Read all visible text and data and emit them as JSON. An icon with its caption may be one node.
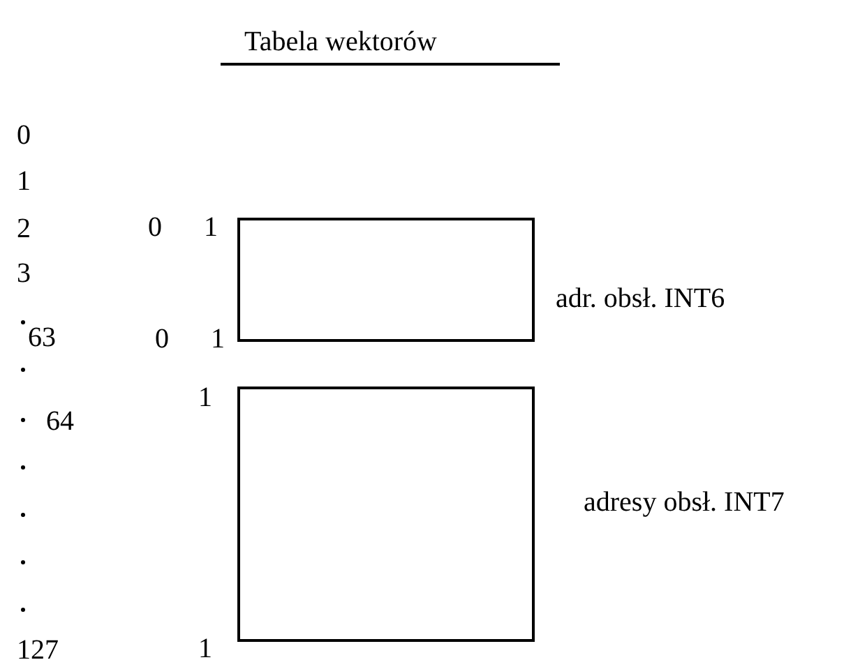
{
  "diagram": {
    "title": "Tabela wektorów",
    "nodes": [
      {
        "text": [],
        "shape": "box",
        "beside": [
          "adr. obsł. INT6"
        ]
      },
      {
        "text": [],
        "shape": "box",
        "beside": [
          "adresy obsł. INT7"
        ]
      }
    ],
    "edges": [],
    "labels": [
      "0",
      "1",
      "2",
      "3",
      "63",
      "64",
      "127",
      "0",
      "1",
      "0",
      "1",
      "1",
      "1"
    ]
  }
}
